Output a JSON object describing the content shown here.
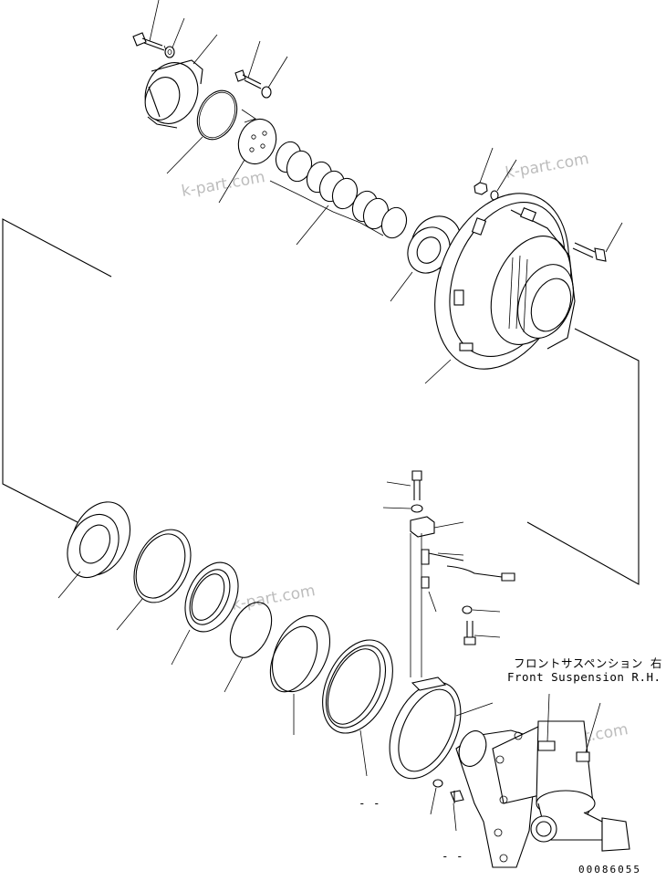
{
  "assembly_label": {
    "japanese": "フロントサスペンション 右",
    "english": "Front Suspension R.H."
  },
  "drawing_number": "00086055",
  "watermark": "k-part.com",
  "callout_marks": [
    "- -",
    "- -"
  ]
}
